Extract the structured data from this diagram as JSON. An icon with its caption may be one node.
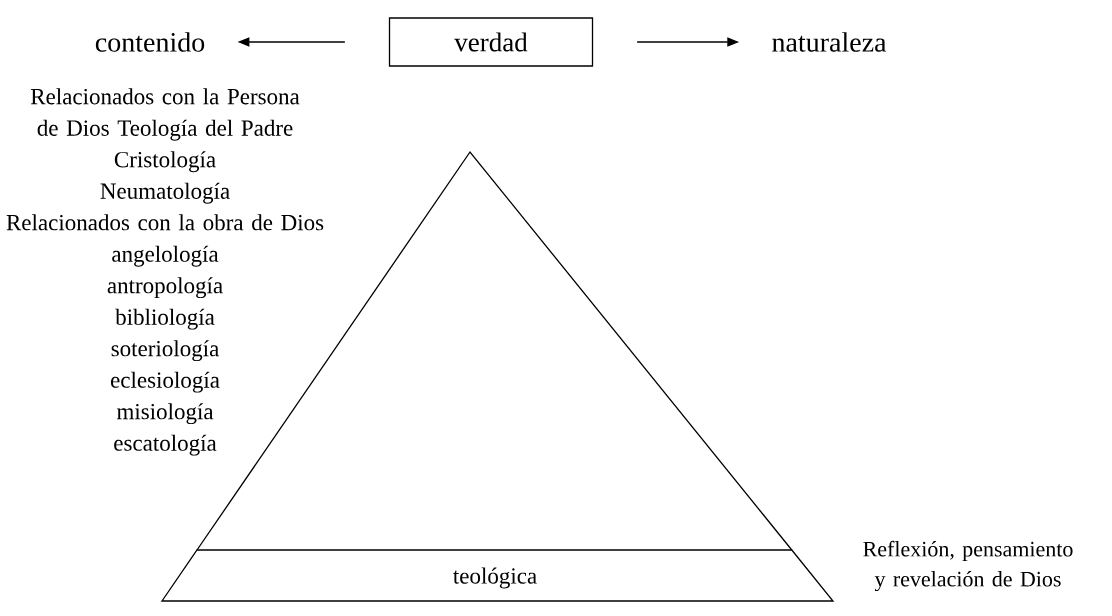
{
  "diagram": {
    "nodes": [
      {
        "text": [
          "verdad"
        ]
      },
      {
        "text": [
          "contenido"
        ]
      },
      {
        "text": [
          "naturaleza"
        ]
      },
      {
        "text": [
          "teológica"
        ],
        "beside": [
          "Reflexión, pensamiento y revelación de Dios"
        ]
      }
    ],
    "edges": [
      {
        "from": 0,
        "to": 1,
        "arrow": "to"
      },
      {
        "from": 0,
        "to": 2,
        "arrow": "to"
      }
    ],
    "labels": [
      "Relacionados con la Persona de Dios Teología del Padre",
      "Cristología",
      "Neumatología",
      "Relacionados con la obra de Dios",
      "angelología",
      "antropología",
      "bibliología",
      "soteriología",
      "eclesiología",
      "misiología",
      "escatología"
    ]
  }
}
